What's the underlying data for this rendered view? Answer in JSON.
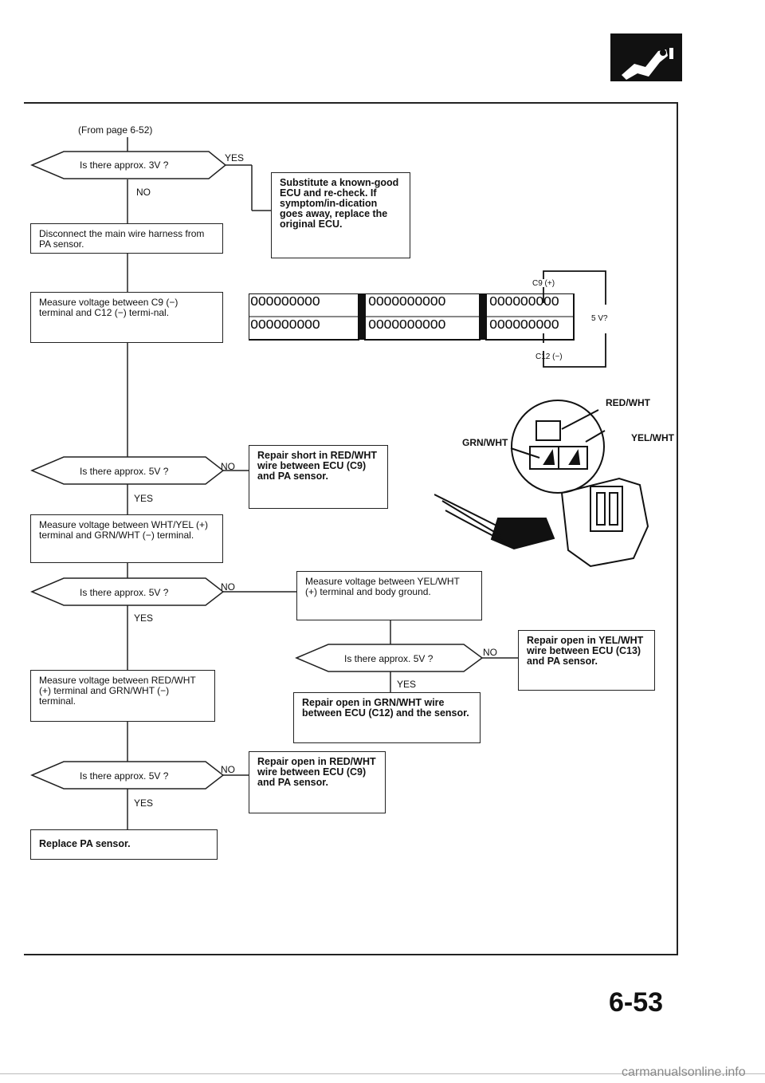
{
  "header": {
    "from_page": "(From page 6-52)",
    "logo_icon": "fuel-injector-icon"
  },
  "flow": {
    "q1": "Is there approx. 3V ?",
    "q1_yes": "YES",
    "q1_no": "NO",
    "substitute_ecu": "Substitute a known-good ECU and re-check. If symptom/in-dication goes away, replace the original ECU.",
    "disconnect_harness": "Disconnect the main wire harness from PA sensor.",
    "measure_c9_c12": "Measure voltage between C9 (−) terminal and C12 (−) termi-nal.",
    "q2": "Is there approx. 5V ?",
    "q2_no": "NO",
    "q2_yes": "YES",
    "repair_short": "Repair short in RED/WHT wire between ECU (C9) and PA sensor.",
    "measure_wht_yel": "Measure voltage between WHT/YEL (+) terminal and GRN/WHT (−) terminal.",
    "q3": "Is there approx. 5V ?",
    "q3_no": "NO",
    "q3_yes": "YES",
    "measure_yel_body": "Measure voltage between YEL/WHT (+) terminal and body ground.",
    "q4": "Is there approx. 5V ?",
    "q4_no": "NO",
    "q4_yes": "YES",
    "repair_open_yel": "Repair open in YEL/WHT wire between ECU (C13) and PA sensor.",
    "repair_open_grn": "Repair open in GRN/WHT wire between ECU (C12) and the sensor.",
    "measure_red_grn": "Measure voltage between RED/WHT (+) terminal and GRN/WHT (−) terminal.",
    "q5": "Is there approx. 5V ?",
    "q5_no": "NO",
    "q5_yes": "YES",
    "repair_open_red": "Repair open in RED/WHT wire between ECU (C9) and PA sensor.",
    "replace_sensor": "Replace PA sensor."
  },
  "connector": {
    "row_top": [
      "OOOOOOOOO",
      "OOOOOOOOOO",
      "OOOOOOOOO"
    ],
    "row_bottom": [
      "OOOOOOOOO",
      "OOOOOOOOOO",
      "OOOOOOOOO"
    ],
    "c9_label": "C9 (+)",
    "c12_label": "C12 (−)",
    "voltage_label": "5 V?"
  },
  "sensor": {
    "red_wht": "RED/WHT",
    "grn_wht": "GRN/WHT",
    "yel_wht": "YEL/WHT"
  },
  "page_number": "6-53",
  "footer": "carmanualsonline.info"
}
